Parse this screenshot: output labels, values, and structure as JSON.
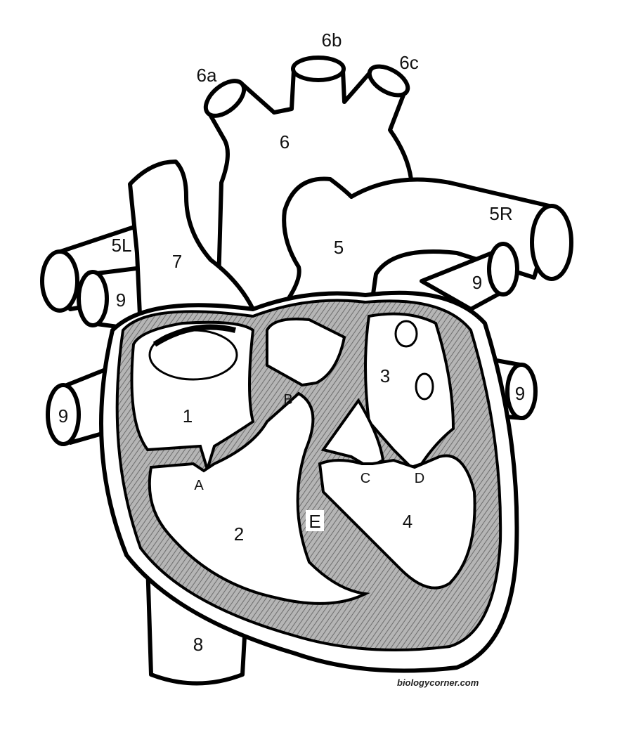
{
  "diagram": {
    "labels": {
      "l6b": "6b",
      "l6a": "6a",
      "l6c": "6c",
      "l6": "6",
      "l5R": "5R",
      "l5L": "5L",
      "l7": "7",
      "l5": "5",
      "l9a": "9",
      "l9b": "9",
      "l9c": "9",
      "l9d": "9",
      "l3": "3",
      "l1": "1",
      "lB": "B",
      "lA": "A",
      "lC": "C",
      "lD": "D",
      "lE": "E",
      "l4": "4",
      "l2": "2",
      "l8": "8"
    },
    "watermark": "biologycorner.com",
    "colors": {
      "outline": "#000000",
      "muscle": "#9a9a9a",
      "background": "#ffffff"
    }
  }
}
